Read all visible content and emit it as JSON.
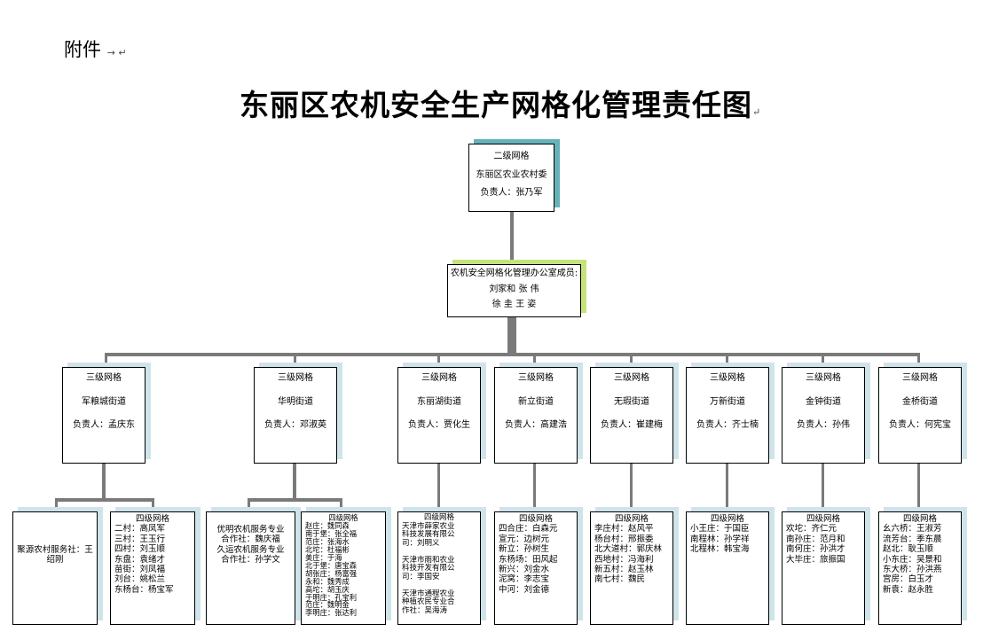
{
  "heading": "附件",
  "title": "东丽区农机安全生产网格化管理责任图",
  "level2_box": {
    "level": "二级网格",
    "org": "东丽区农业农村委",
    "leader": "负责人：张乃军"
  },
  "office_box": {
    "title": "农机安全网格化管理办公室成员:",
    "members_line1": "刘家和 张 伟",
    "members_line2": "徐 圭 王 姿"
  },
  "level3": [
    {
      "level": "三级网格",
      "name": "军粮城街道",
      "leader": "负责人：孟庆东"
    },
    {
      "level": "三级网格",
      "name": "华明街道",
      "leader": "负责人：邓淑英"
    },
    {
      "level": "三级网格",
      "name": "东丽湖街道",
      "leader": "负责人：贾化生"
    },
    {
      "level": "三级网格",
      "name": "新立街道",
      "leader": "负责人：高建浩"
    },
    {
      "level": "三级网格",
      "name": "无瑕街道",
      "leader": "负责人：崔建梅"
    },
    {
      "level": "三级网格",
      "name": "万新街道",
      "leader": "负责人：齐士楠"
    },
    {
      "level": "三级网格",
      "name": "金钟街道",
      "leader": "负责人：孙伟"
    },
    {
      "level": "三级网格",
      "name": "金桥街道",
      "leader": "负责人：何宪宝"
    }
  ],
  "level4": [
    {
      "header": "",
      "lines": [
        "",
        "",
        "聚源农村服务社：王绍刚"
      ]
    },
    {
      "header": "四级网格",
      "lines": [
        "二村：高凤军",
        "三村：王玉行",
        "四村：刘玉顺",
        "东盘：袁绪才",
        "苗街：刘凤福",
        "刘台：姚松兰",
        "东杨台：杨宝军"
      ]
    },
    {
      "header": "",
      "lines": [
        "优明农机服务专业",
        "合作社：魏庆福",
        "久运农机服务专业",
        "合作社：孙学文"
      ]
    },
    {
      "header": "四级网格",
      "lines": [
        "赵庄：魏同森",
        "南于堡：张全福",
        "范庄：张海水",
        "北坨：杜福彬",
        "美庄：于海",
        "北于堡：唐宝森",
        "胡张庄：杨富强",
        "永和：魏秀成",
        "高坨：胡玉庆",
        "于明庄：孔宝利",
        "范庄：魏明金",
        "李明庄：张达利"
      ]
    },
    {
      "header": "四级网格",
      "lines": [
        "天津市薛家农业",
        "科技发展有限公",
        "司：刘明义",
        "",
        "天津市雨和农业",
        "科技开发有限公",
        "司：李国安",
        "",
        "天津市通程农业",
        "种植农民专业合",
        "作社：吴海涛"
      ]
    },
    {
      "header": "四级网格",
      "lines": [
        "四合庄：白森元",
        "宣元：边树元",
        "新立：孙树生",
        "东杨场：田风起",
        "新兴：刘金水",
        "泥窝：李志宝",
        "中河：刘金德"
      ]
    },
    {
      "header": "四级网格",
      "lines": [
        "李庄村：赵风平",
        "杨台村：邢振委",
        "北大道村：郭庆林",
        "西地村：冯海利",
        "新五村：赵玉林",
        "南七村：魏民"
      ]
    },
    {
      "header": "四级网格",
      "lines": [
        "小王庄：于国臣",
        "南程林：孙学祥",
        "北程林：韩宝海"
      ]
    },
    {
      "header": "四级网格",
      "lines": [
        "欢坨：齐仁元",
        "南孙庄：范月和",
        "南何庄：孙洪才",
        "大毕庄：旅振国"
      ]
    },
    {
      "header": "四级网格",
      "lines": [
        "幺六桥：王淑芳",
        "流芳台：季东晨",
        "赵北：耿玉顺",
        "小东庄：吴景和",
        "东大桥：孙洪燕",
        "宫房：白玉才",
        "新袁：赵永胜"
      ]
    }
  ]
}
